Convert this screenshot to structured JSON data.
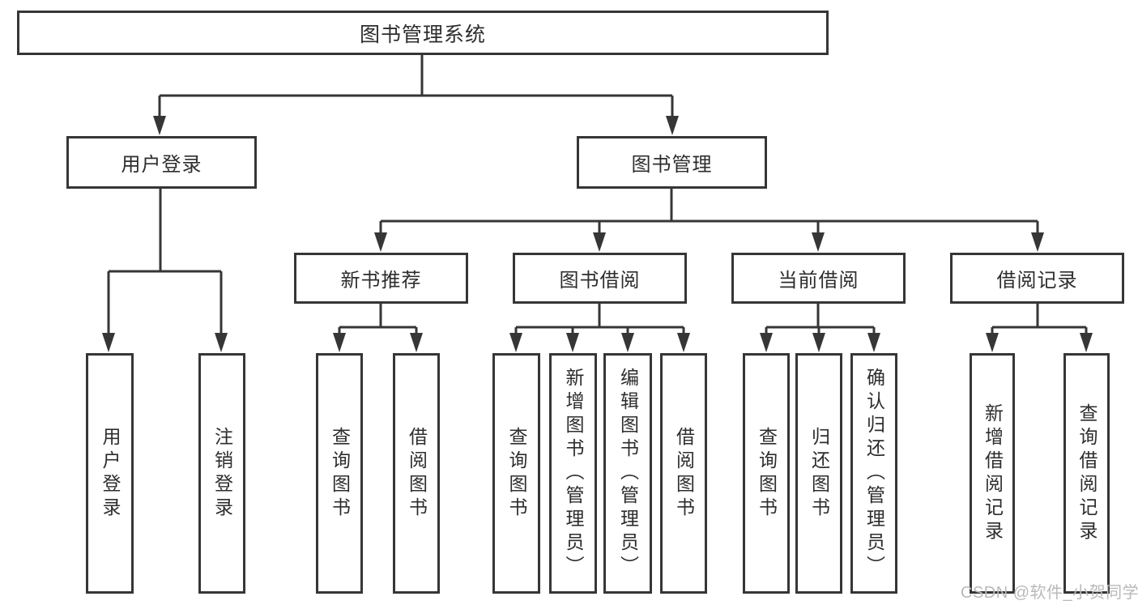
{
  "diagram": {
    "title_node": {
      "label": "图书管理系统"
    },
    "root": {
      "label": "图书管理系统"
    },
    "level2": [
      {
        "id": "user-login",
        "label": "用户登录"
      },
      {
        "id": "book-management",
        "label": "图书管理"
      }
    ],
    "level3": [
      {
        "id": "new-book-recommend",
        "label": "新书推荐",
        "parent": "图书管理"
      },
      {
        "id": "book-borrowing",
        "label": "图书借阅",
        "parent": "图书管理"
      },
      {
        "id": "current-borrowing",
        "label": "当前借阅",
        "parent": "图书管理"
      },
      {
        "id": "borrowing-records",
        "label": "借阅记录",
        "parent": "图书管理"
      }
    ],
    "leaves": [
      {
        "group": "用户登录",
        "label": "用户登录"
      },
      {
        "group": "用户登录",
        "label": "注销登录"
      },
      {
        "group": "新书推荐",
        "label": "查询图书"
      },
      {
        "group": "新书推荐",
        "label": "借阅图书"
      },
      {
        "group": "图书借阅",
        "label": "查询图书"
      },
      {
        "group": "图书借阅",
        "label": "新增图书（管理员）"
      },
      {
        "group": "图书借阅",
        "label": "编辑图书（管理员）"
      },
      {
        "group": "图书借阅",
        "label": "借阅图书"
      },
      {
        "group": "当前借阅",
        "label": "查询图书"
      },
      {
        "group": "当前借阅",
        "label": "归还图书"
      },
      {
        "group": "当前借阅",
        "label": "确认归还（管理员）"
      },
      {
        "group": "借阅记录",
        "label": "新增借阅记录"
      },
      {
        "group": "借阅记录",
        "label": "查询借阅记录"
      }
    ]
  },
  "watermark": {
    "text": "CSDN @软件_小贺同学"
  },
  "colors": {
    "line": "#363636",
    "border": "#363636",
    "text": "#2d2d2d",
    "watermark": "#b9b9b9",
    "background": "#ffffff"
  }
}
